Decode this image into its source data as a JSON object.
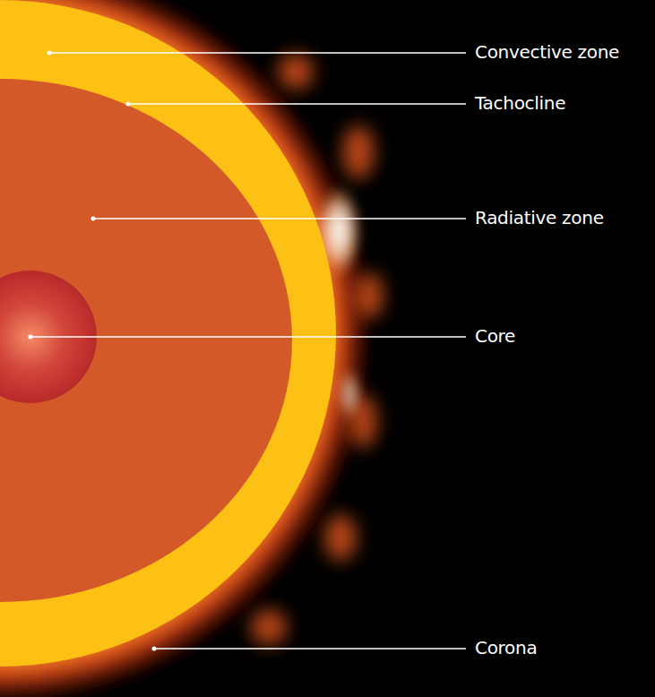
{
  "diagram": {
    "labels": [
      "Convective zone",
      "Tachocline",
      "Radiative zone",
      "Core",
      "Corona"
    ]
  }
}
